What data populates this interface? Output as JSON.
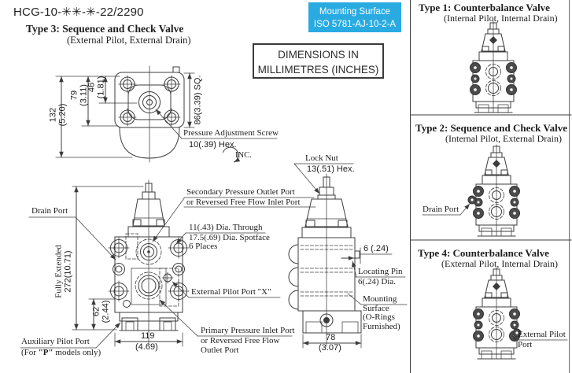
{
  "header": {
    "model": "HCG-10-✳✳-✳-22/2290",
    "type3_title": "Type 3: Sequence and Check Valve",
    "type3_subtitle": "(External Pilot, External Drain)"
  },
  "badges": {
    "mounting_surface": {
      "line1": "Mounting Surface",
      "line2": "ISO 5781-AJ-10-2-A",
      "bg": "#29abe2",
      "fg": "#ffffff"
    },
    "dimensions_note": {
      "line1": "DIMENSIONS IN",
      "line2": "MILLIMETRES (INCHES)"
    }
  },
  "colors": {
    "accent_cyan": "#29abe2",
    "drawing_line": "#3c3c3c",
    "text": "#1d1d1d"
  },
  "top_view": {
    "dim_height": {
      "mm": "132",
      "in": "(5.20)"
    },
    "dim_79": {
      "mm": "79",
      "in": "(3.11)"
    },
    "dim_46": {
      "mm": "46",
      "in": "(1.81)"
    },
    "dim_square": "86(3.39) SQ.",
    "pressure_adjustment": {
      "line1": "Pressure Adjustment Screw",
      "line2": "10(.39) Hex.",
      "increase": "INC."
    }
  },
  "front_view": {
    "drain_port": "Drain Port",
    "fully_extended": {
      "label": "Fully Extended",
      "dim": "272(10.71)"
    },
    "dim_62": {
      "mm": "62",
      "in": "(2.44)"
    },
    "dim_width": {
      "mm": "119",
      "in": "(4.69)"
    },
    "auxiliary_pilot": {
      "line1": "Auxiliary Pilot Port",
      "line2_pre": "(For ",
      "line2_bold": "\"P\"",
      "line2_post": " models only)"
    },
    "secondary_port": {
      "line1": "Secondary Pressure Outlet Port",
      "line2": "or Reversed Free Flow Inlet Port"
    },
    "mounting_bolts": {
      "line1": "11(.43) Dia. Through",
      "line2": "17.5(.69) Dia. Spotface",
      "line3": "6 Places"
    },
    "external_pilot": "External Pilot Port \"X\"",
    "primary_port": {
      "line1": "Primary Pressure Inlet Port",
      "line2": "or Reversed Free Flow",
      "line3": "Outlet Port"
    }
  },
  "side_view": {
    "lock_nut": {
      "line1": "Lock Nut",
      "line2": "13(.51) Hex."
    },
    "dim_pin_offset": "6 (.24)",
    "locating_pin": {
      "line1": "Locating Pin",
      "line2": "6(.24) Dia."
    },
    "mounting_surface": {
      "line1": "Mounting",
      "line2": "Surface",
      "line3": "(O-Rings",
      "line4": "Furnished)"
    },
    "dim_width": {
      "mm": "78",
      "in": "(3.07)"
    }
  },
  "type_panels": {
    "type1": {
      "title": "Type 1: Counterbalance Valve",
      "subtitle": "(Internal Pilot, Internal Drain)"
    },
    "type2": {
      "title": "Type 2: Sequence and Check Valve",
      "subtitle": "(Internal Pilot, External Drain)",
      "drain_port": "Drain Port"
    },
    "type4": {
      "title": "Type 4: Counterbalance Valve",
      "subtitle": "(External Pilot, Internal Drain)",
      "external_pilot_line1": "External Pilot",
      "external_pilot_line2": "Port"
    }
  }
}
